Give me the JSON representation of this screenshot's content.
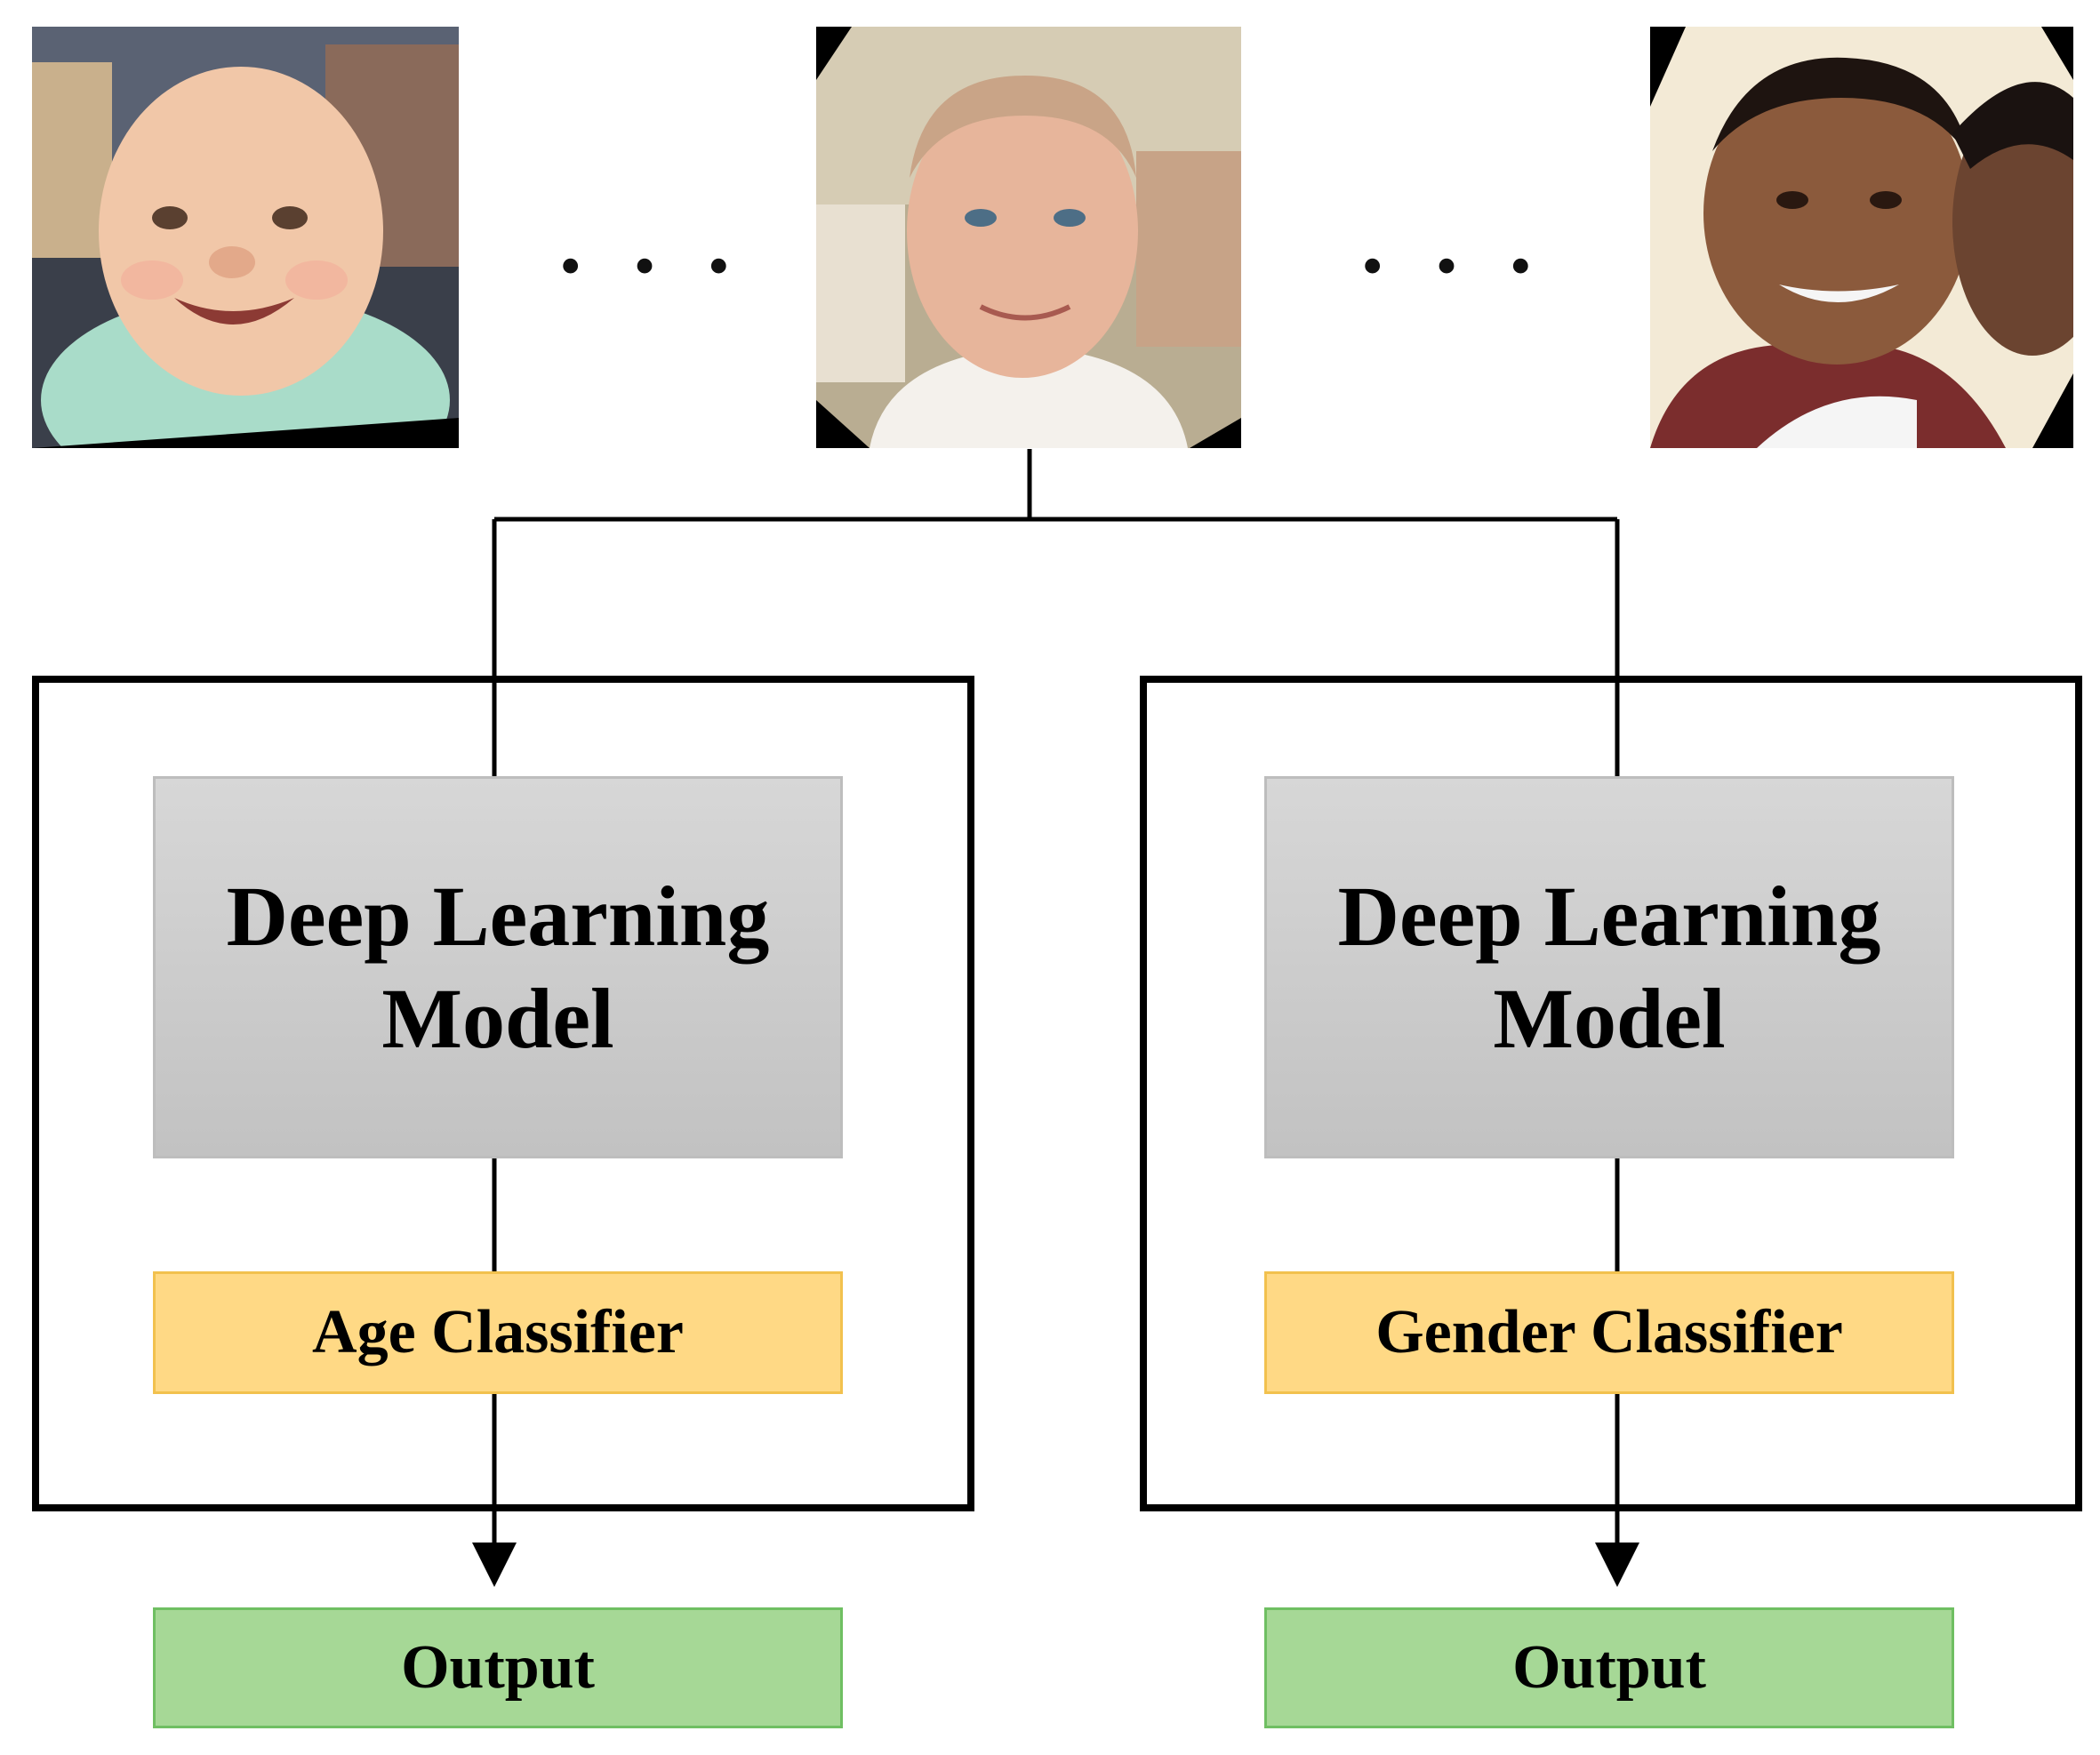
{
  "photos": [
    {
      "icon": "baby-face-photo"
    },
    {
      "icon": "man-face-photo"
    },
    {
      "icon": "smiling-man-face-photo"
    }
  ],
  "ellipsis_left": "...",
  "ellipsis_right": "...",
  "left_branch": {
    "model_label": "Deep Learning Model",
    "classifier_label": "Age Classifier",
    "output_label": "Output"
  },
  "right_branch": {
    "model_label": "Deep Learning Model",
    "classifier_label": "Gender Classifier",
    "output_label": "Output"
  },
  "colors": {
    "model_fill": "#cfcfcf",
    "classifier_fill": "#ffd985",
    "output_fill": "#a6d896",
    "lines": "#000000"
  }
}
